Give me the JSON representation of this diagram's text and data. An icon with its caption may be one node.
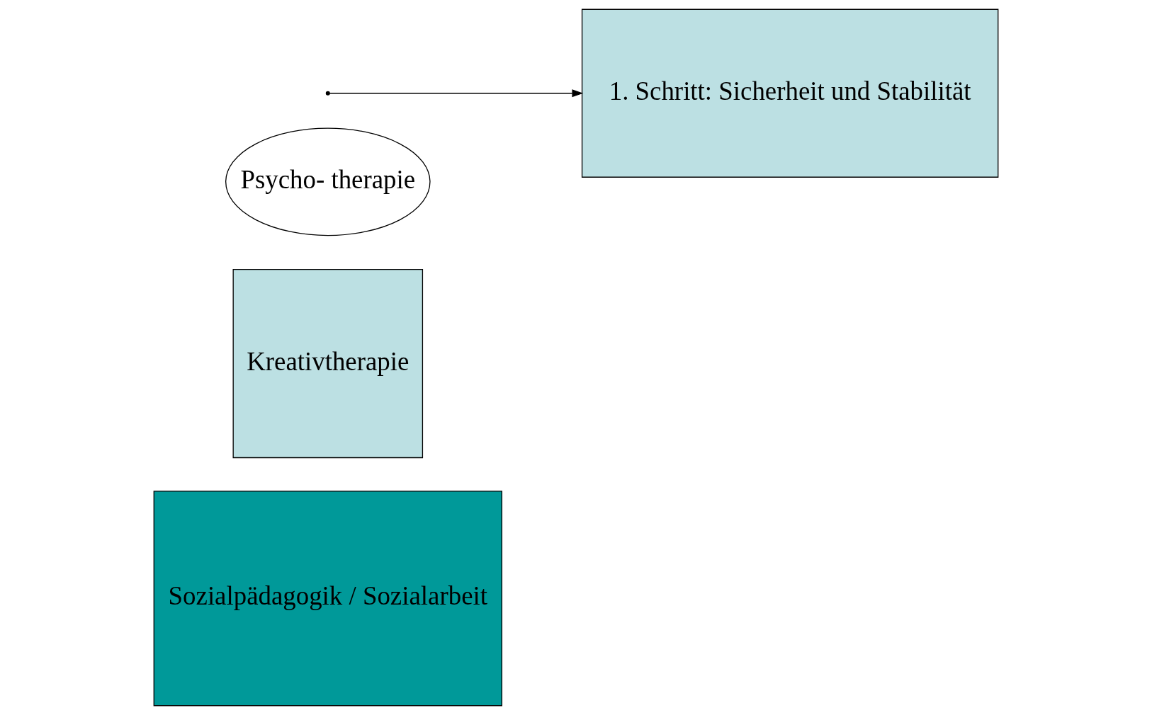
{
  "diagram": {
    "nodes": [
      {
        "text": [
          "Sozialpädagogik / Sozialarbeit"
        ]
      },
      {
        "text": [
          "Kreativtherapie"
        ]
      },
      {
        "text": [
          "Psycho- therapie"
        ]
      },
      {
        "text": [
          "1. Schritt: Sicherheit und Stabilität"
        ]
      }
    ],
    "edges": [
      {
        "from": null,
        "to": 3,
        "arrow": "to"
      }
    ]
  }
}
